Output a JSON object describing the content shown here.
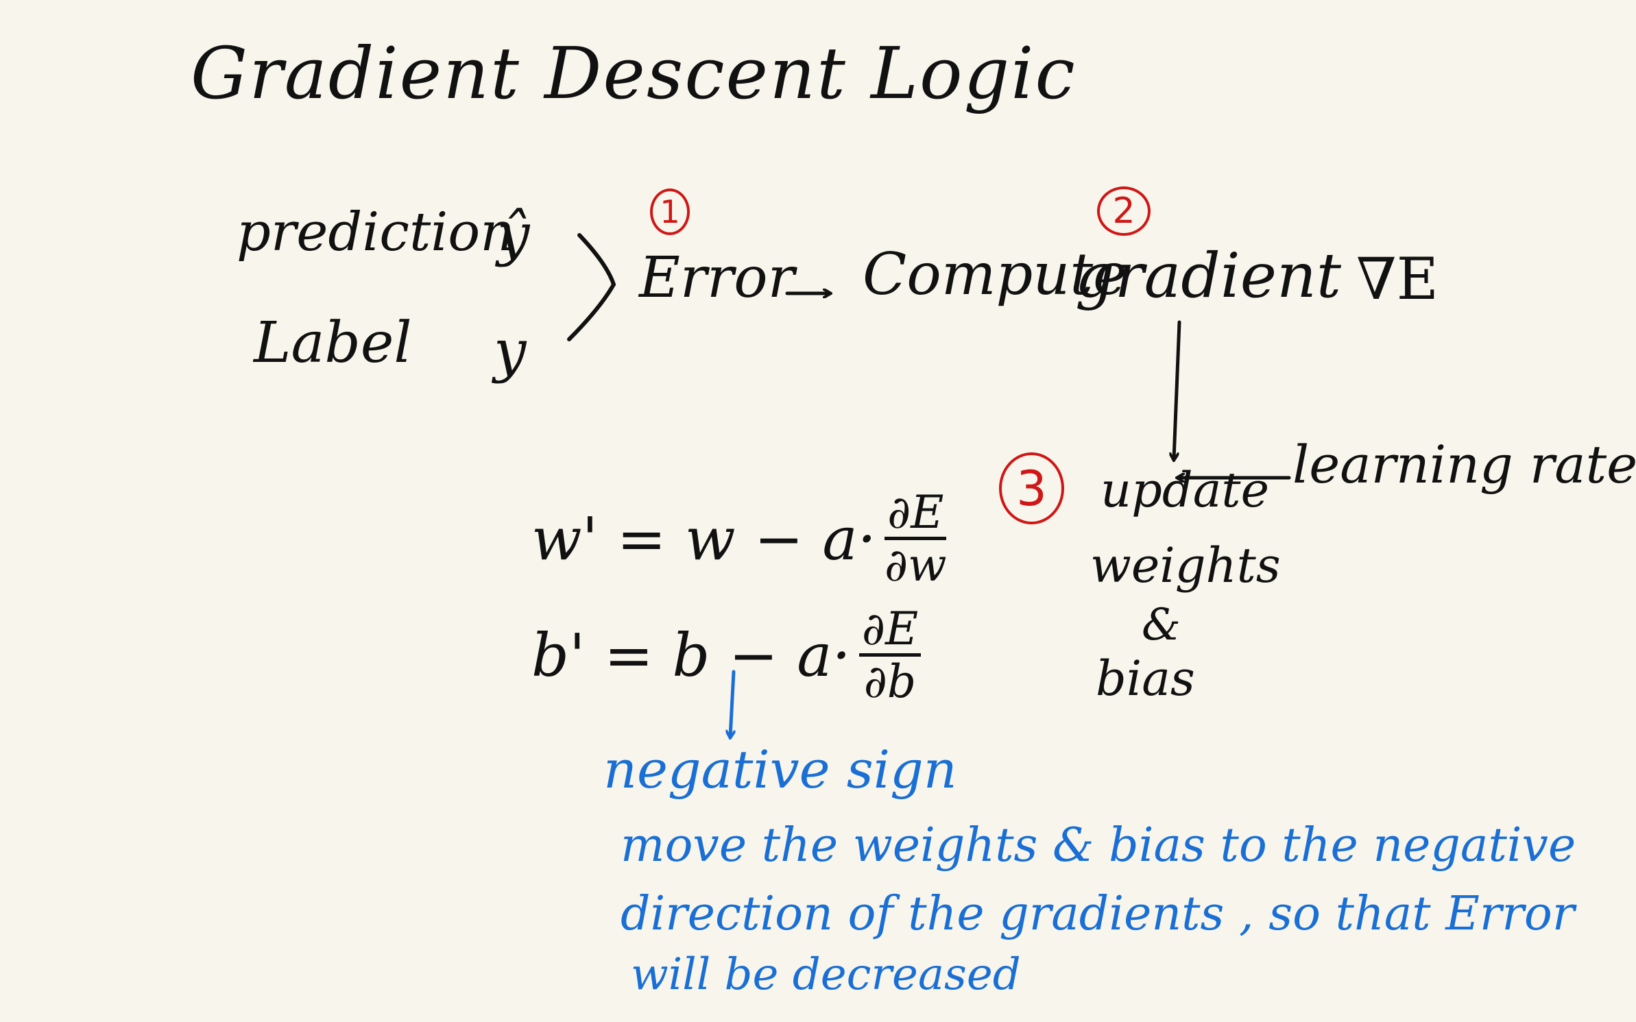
{
  "title": "Gradient Descent Logic",
  "inputs": {
    "prediction_label": "prediction",
    "prediction_symbol": "ŷ",
    "label_label": "Label",
    "label_symbol": "y"
  },
  "steps": {
    "step1_number": "1",
    "step1_text": "Error",
    "compute_text": "Compute",
    "gradient_text": "gradient",
    "gradient_symbol": "∇E",
    "step2_number": "2",
    "step3_number": "3",
    "update_line1": "update",
    "update_line2": "weights",
    "update_line3": "&",
    "update_line4": "bias",
    "learning_rate_text": "learning rate a"
  },
  "equations": {
    "w_lhs": "w' = w − a·",
    "w_num": "∂E",
    "w_den": "∂w",
    "b_lhs": "b' = b − a·",
    "b_num": "∂E",
    "b_den": "∂b"
  },
  "annotation": {
    "heading": "negative sign",
    "line1": "move the weights & bias to the negative",
    "line2": "direction of the gradients , so that Error",
    "line3": "will be decreased"
  },
  "colors": {
    "background": "#f8f6ec",
    "ink": "#111111",
    "step_red": "#d01616",
    "note_blue": "#1a6fd6"
  }
}
